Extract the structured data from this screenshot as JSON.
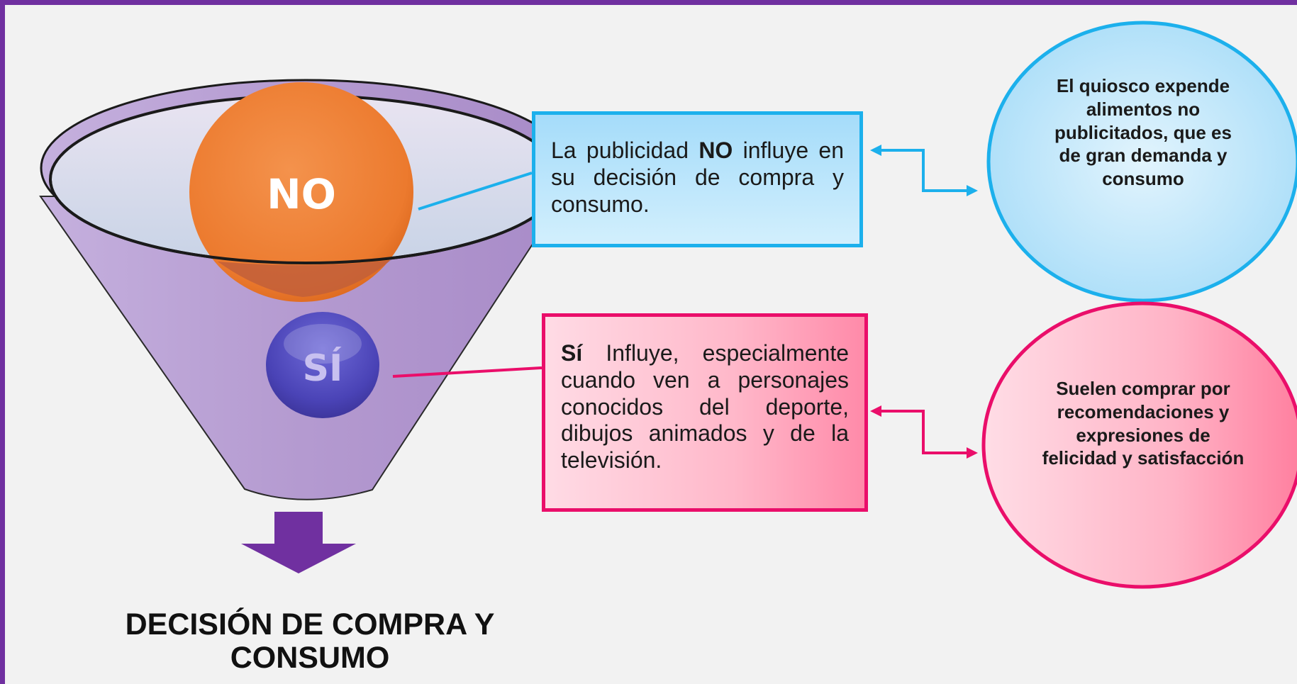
{
  "funnel": {
    "no_label": "NO",
    "si_label": "SÍ",
    "result_label": "DECISIÓN DE COMPRA Y CONSUMO"
  },
  "box_no": {
    "prefix": "La publicidad ",
    "bold": "NO",
    "suffix": " influye en su decisión de compra y consumo."
  },
  "box_si": {
    "bold": "Sí",
    "suffix": " Influye, especialmente cuando ven a personajes conocidos del deporte, dibujos animados y de la televisión."
  },
  "bubble_blue": {
    "text": "El quiosco expende alimentos no publicitados, que es de gran demanda y consumo"
  },
  "bubble_pink": {
    "text": "Suelen comprar por recomendaciones y expresiones de felicidad y satisfacción"
  },
  "colors": {
    "frame": "#7030a0",
    "funnel": "#b9a2d3",
    "no_ball": "#ed7d31",
    "si_ball": "#4b44b8",
    "blue_accent": "#1cb0ec",
    "pink_accent": "#ea0e6a",
    "arrow": "#7030a0"
  }
}
